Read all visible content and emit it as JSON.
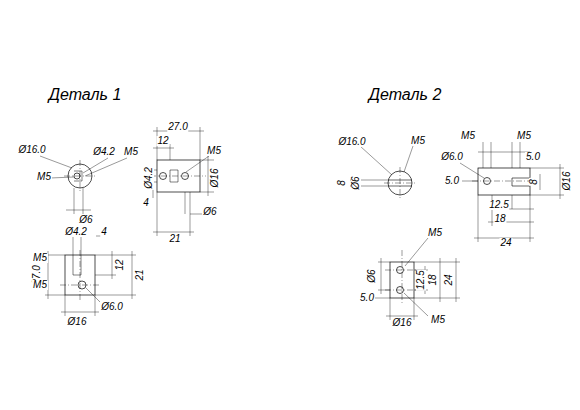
{
  "diagram": {
    "labels": [
      "Деталь 1",
      "Ø16.0",
      "Ø4.2",
      "M5",
      "M5",
      "Ø6",
      "27.0",
      "12",
      "M5",
      "Ø4.2",
      "Ø16",
      "4",
      "Ø6",
      "21",
      "Ø4.2",
      "4",
      "M5",
      "12",
      "21",
      "27.0",
      "M5",
      "Ø6.0",
      "Ø16",
      "Деталь 2",
      "Ø16.0",
      "M5",
      "8",
      "Ø6",
      "M5",
      "M5",
      "Ø6.0",
      "5.0",
      "5.0",
      "8",
      "Ø16",
      "12.5",
      "18",
      "24",
      "M5",
      "Ø6",
      "18",
      "24",
      "12.5",
      "5.0",
      "Ø16",
      "M5"
    ]
  }
}
